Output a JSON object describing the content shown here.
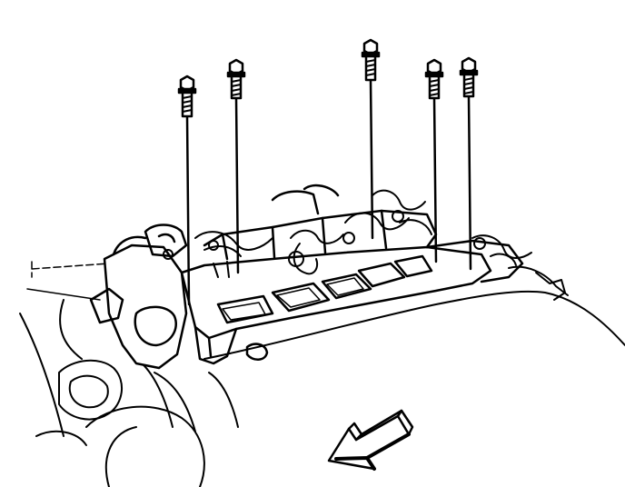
{
  "figure": {
    "background": "#ffffff",
    "ink_color": "#000000",
    "bolts": [
      {
        "id": 1,
        "icon": "bolt-icon"
      },
      {
        "id": 2,
        "icon": "bolt-icon"
      },
      {
        "id": 3,
        "icon": "bolt-icon"
      },
      {
        "id": 4,
        "icon": "bolt-icon"
      },
      {
        "id": 5,
        "icon": "bolt-icon"
      }
    ],
    "direction_arrow": {
      "icon": "arrow-icon",
      "points": "front-left"
    }
  }
}
